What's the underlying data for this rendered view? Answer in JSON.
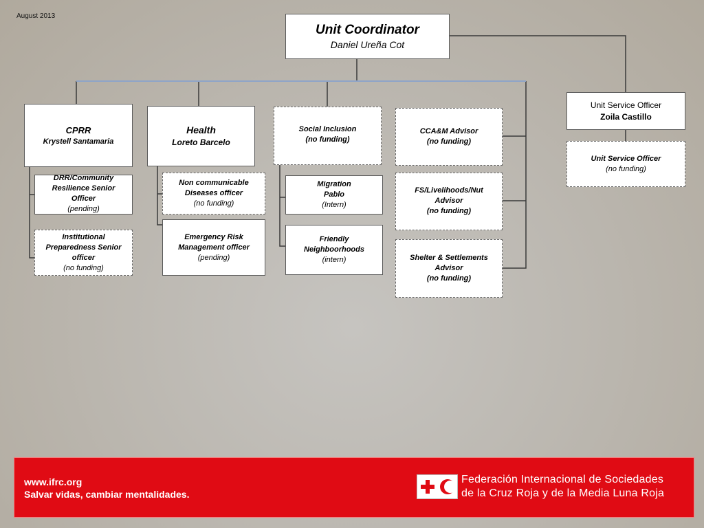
{
  "date": "August 2013",
  "coordinator": {
    "title": "Unit Coordinator",
    "name": "Daniel Ureña Cot"
  },
  "service_officer": {
    "title": "Unit Service Officer",
    "name": "Zoila Castillo"
  },
  "service_officer_vacant": {
    "title": "Unit Service Officer",
    "status": "(no funding)"
  },
  "cprr": {
    "title": "CPRR",
    "name": "Krystell Santamaria",
    "sub1": {
      "l1": "DRR/Community",
      "l2": "Resilience Senior",
      "l3": "Officer",
      "status": "(pending)"
    },
    "sub2": {
      "l1": "Institutional",
      "l2": "Preparedness Senior",
      "l3": "officer",
      "status": "(no funding)"
    }
  },
  "health": {
    "title": "Health",
    "name": "Loreto Barcelo",
    "sub1": {
      "l1": "Non communicable",
      "l2": "Diseases officer",
      "status": "(no funding)"
    },
    "sub2": {
      "l1": "Emergency Risk",
      "l2": "Management officer",
      "status": "(pending)"
    }
  },
  "social": {
    "title": "Social Inclusion",
    "status": "(no funding)",
    "sub1": {
      "l1": "Migration",
      "l2": "Pablo",
      "status": "(Intern)"
    },
    "sub2": {
      "l1": "Friendly",
      "l2": "Neighboorhoods",
      "status": "(intern)"
    }
  },
  "ccam": {
    "box1": {
      "l1": "CCA&M Advisor",
      "status": "(no funding)"
    },
    "box2": {
      "l1": "FS/Livelihoods/Nut",
      "l2": "Advisor",
      "status": "(no funding)"
    },
    "box3": {
      "l1": "Shelter & Settlements",
      "l2": "Advisor",
      "status": "(no funding)"
    }
  },
  "footer": {
    "url": "www.ifrc.org",
    "tagline": "Salvar vidas, cambiar mentalidades.",
    "fed_line1": "Federación Internacional de Sociedades",
    "fed_line2": "de la Cruz Roja y de la Media Luna Roja"
  },
  "colors": {
    "footer_bg": "#e00b14",
    "connector": "#333333",
    "blue_bar": "#8ea4c8"
  }
}
